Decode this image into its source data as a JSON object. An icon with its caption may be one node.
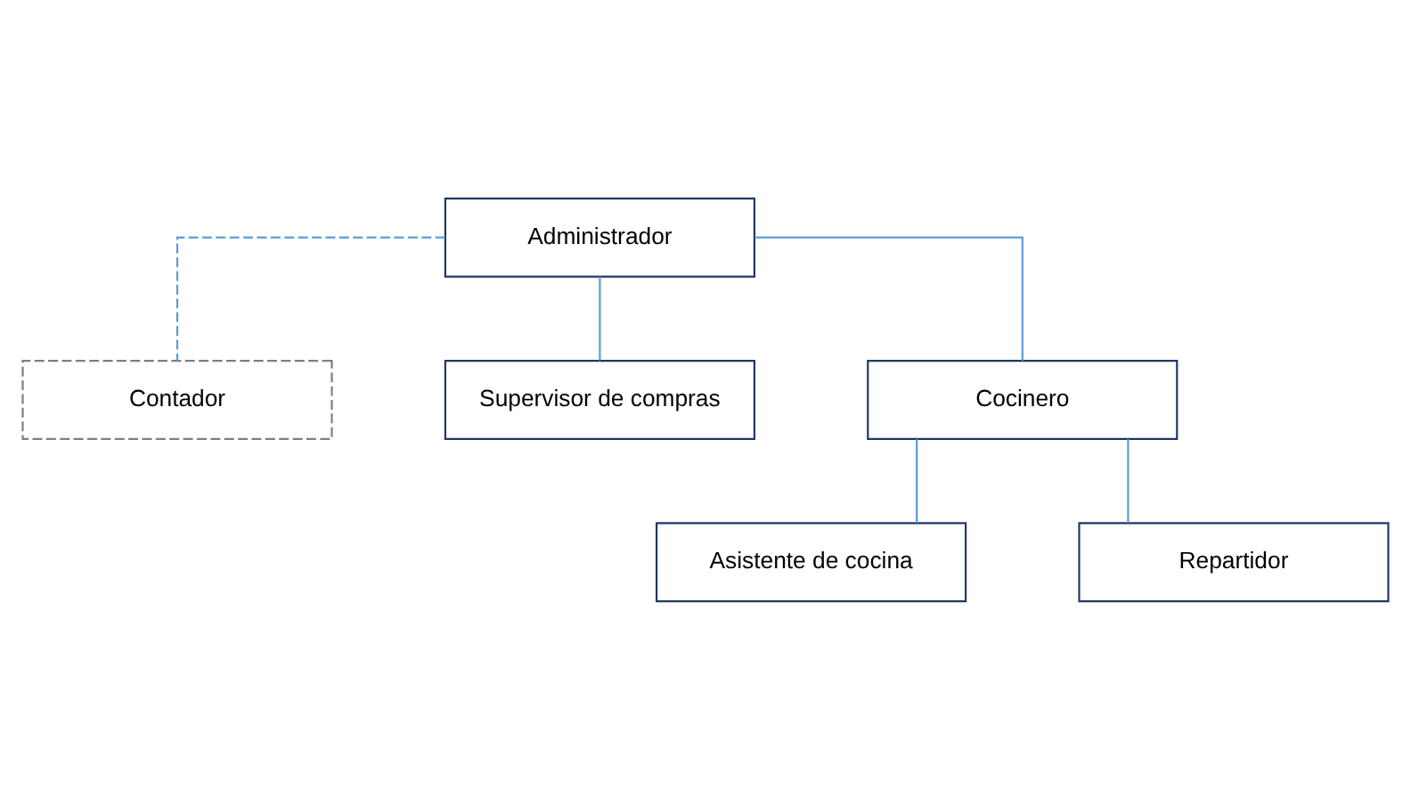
{
  "diagram": {
    "nodes": [
      {
        "text": [
          "Administrador"
        ]
      },
      {
        "text": [
          "Contador"
        ]
      },
      {
        "text": [
          "Supervisor de compras"
        ]
      },
      {
        "text": [
          "Cocinero"
        ]
      },
      {
        "text": [
          "Asistente de cocina"
        ]
      },
      {
        "text": [
          "Repartidor"
        ]
      }
    ],
    "edges": [
      {
        "from": 0,
        "to": 1,
        "arrow": "none",
        "style": "dashed"
      },
      {
        "from": 0,
        "to": 2,
        "arrow": "none"
      },
      {
        "from": 0,
        "to": 3,
        "arrow": "none"
      },
      {
        "from": 3,
        "to": 4,
        "arrow": "none"
      },
      {
        "from": 3,
        "to": 5,
        "arrow": "none"
      }
    ]
  }
}
